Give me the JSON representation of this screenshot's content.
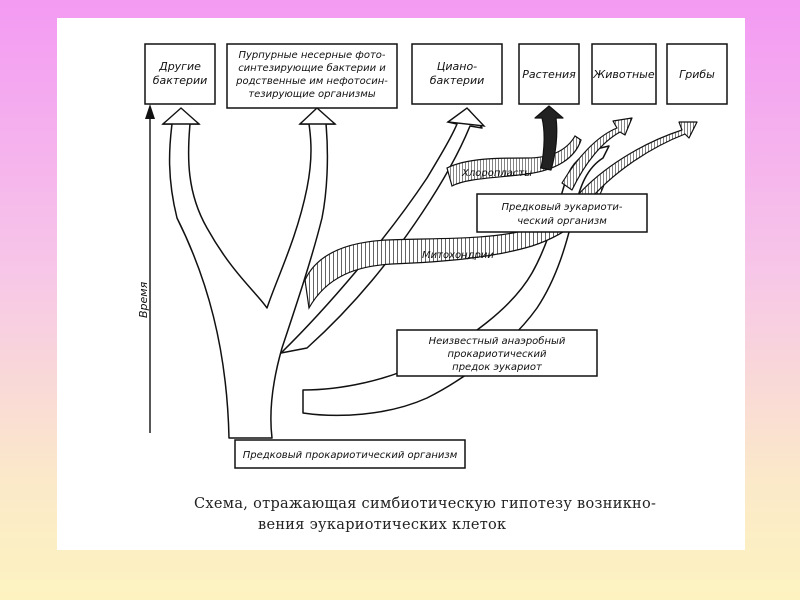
{
  "diagram": {
    "top_labels": {
      "other_bacteria": [
        "Другие",
        "бактерии"
      ],
      "purple_bacteria": [
        "Пурпурные несерные фото-",
        "синтезирующие бактерии и",
        "родственные им нефотосин-",
        "тезирующие организмы"
      ],
      "cyanobacteria": [
        "Циано-",
        "бактерии"
      ],
      "plants": "Растения",
      "animals": "Животные",
      "fungi": "Грибы"
    },
    "band_labels": {
      "chloroplasts": "Хлоропласты",
      "mitochondria": "Митохондрии"
    },
    "node_labels": {
      "ancestral_eukaryote": [
        "Предковый эукариоти-",
        "ческий организм"
      ],
      "anaerobic_ancestor": [
        "Неизвестный анаэробный",
        "прокариотический",
        "предок эукариот"
      ],
      "ancestral_prokaryote": "Предковый прокариотический организм"
    },
    "axis_label": "Время",
    "caption": [
      "Схема, отражающая симбиотическую гипотезу возникно-",
      "вения эукариотических клеток"
    ]
  },
  "colors": {
    "background_top": "#f39af3",
    "background_bottom": "#fdf3c0",
    "frame": "#ffffff",
    "ink": "#111111"
  }
}
